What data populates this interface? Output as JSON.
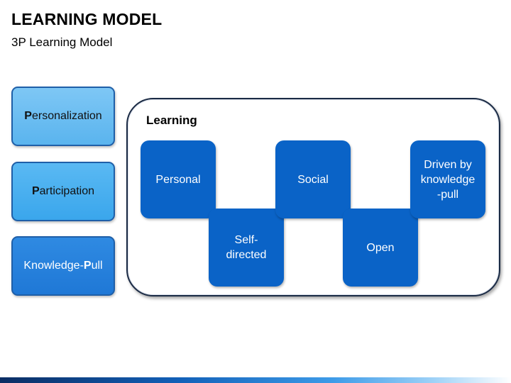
{
  "header": {
    "title": "LEARNING MODEL",
    "subtitle": "3P Learning Model"
  },
  "pillars": [
    {
      "initial": "P",
      "rest": "ersonalization"
    },
    {
      "initial": "P",
      "rest": "articipation"
    },
    {
      "prefix": "Knowledge-",
      "initial": "P",
      "rest": "ull"
    }
  ],
  "learning": {
    "label": "Learning",
    "items": [
      {
        "line1": "Personal",
        "line2": "",
        "line3": ""
      },
      {
        "line1": "Self-",
        "line2": "directed",
        "line3": ""
      },
      {
        "line1": "Social",
        "line2": "",
        "line3": ""
      },
      {
        "line1": "Open",
        "line2": "",
        "line3": ""
      },
      {
        "line1": "Driven by",
        "line2": "knowledge",
        "line3": "-pull"
      }
    ]
  },
  "colors": {
    "learning_box": "#0a63c7",
    "frame_border": "#1a2a44",
    "pillar_light": "#6dbff3",
    "pillar_mid": "#45acee",
    "pillar_dark": "#2280da"
  }
}
